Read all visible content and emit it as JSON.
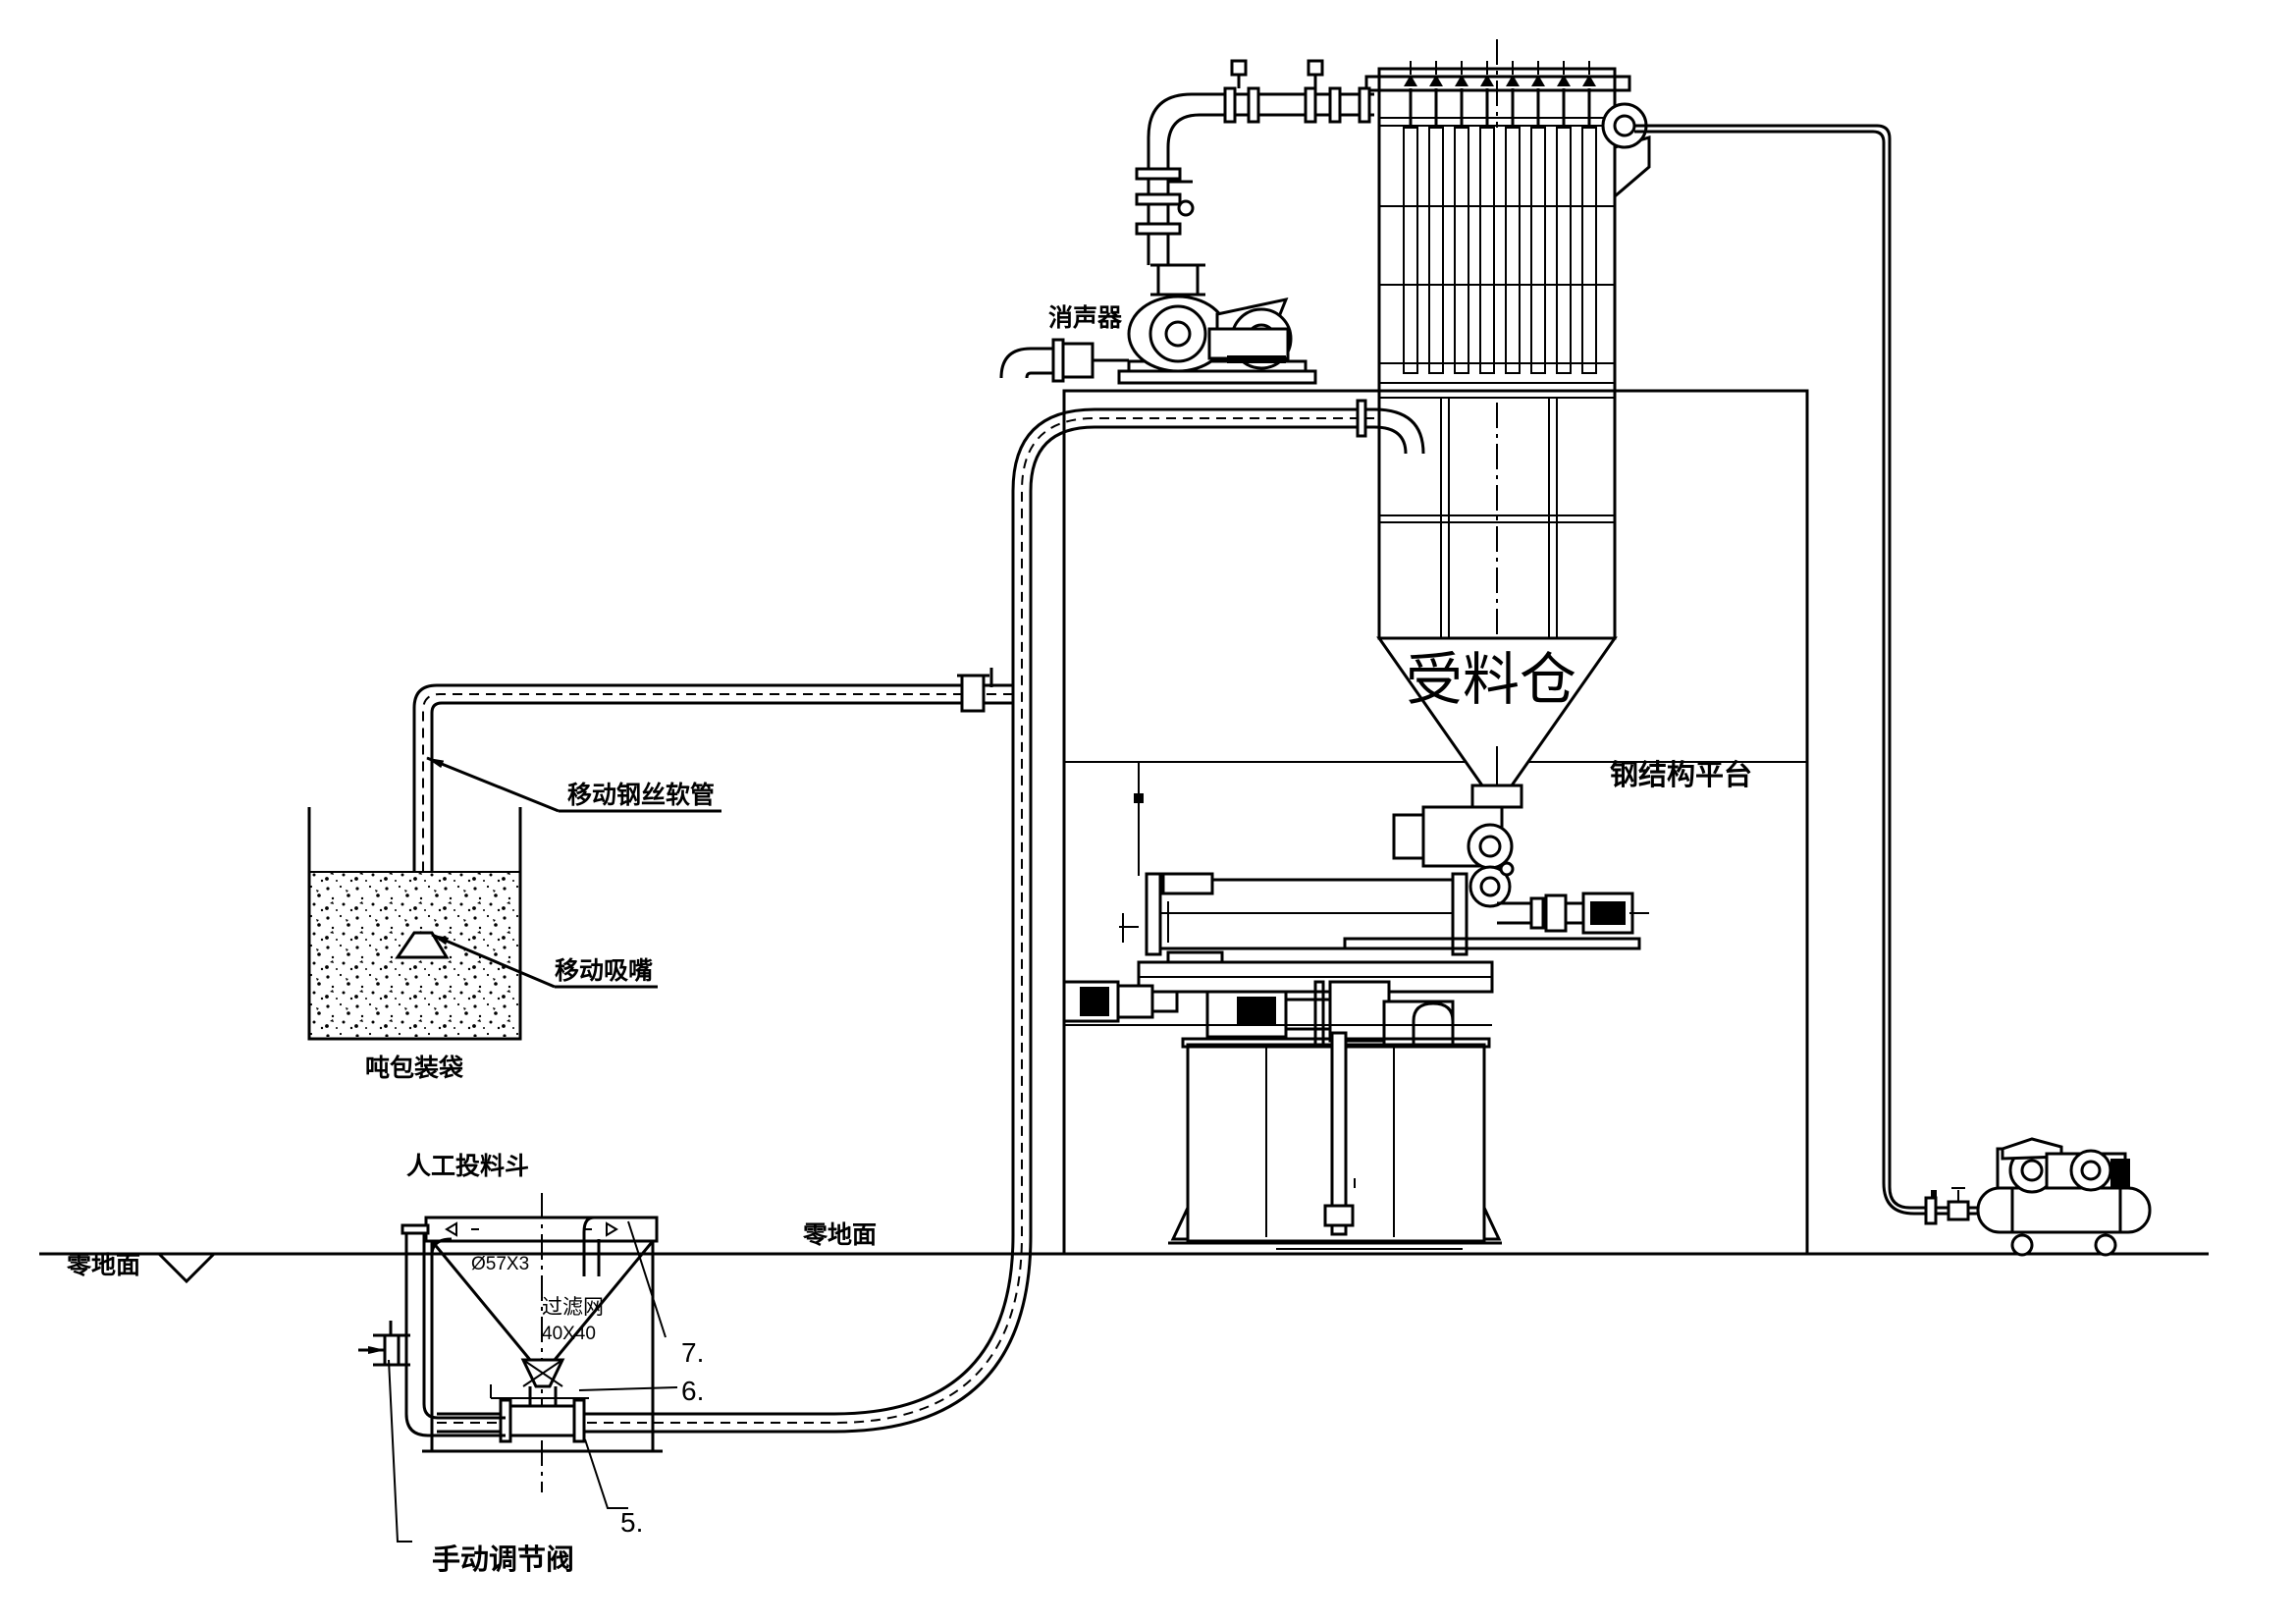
{
  "labels": {
    "muffler": "消声器",
    "receiving_bin": "受料仓",
    "steel_platform": "钢结构平台",
    "flexible_hose": "移动钢丝软管",
    "suction_nozzle": "移动吸嘴",
    "ton_bag": "吨包装袋",
    "manual_hopper": "人工投料斗",
    "ground_left": "零地面",
    "ground_center": "零地面",
    "pipe_spec": "Ø57X3",
    "filter_screen": "过滤网",
    "filter_size": "40X40",
    "callout_7": "7.",
    "callout_6": "6.",
    "callout_5": "5.",
    "manual_valve": "手动调节阀"
  }
}
